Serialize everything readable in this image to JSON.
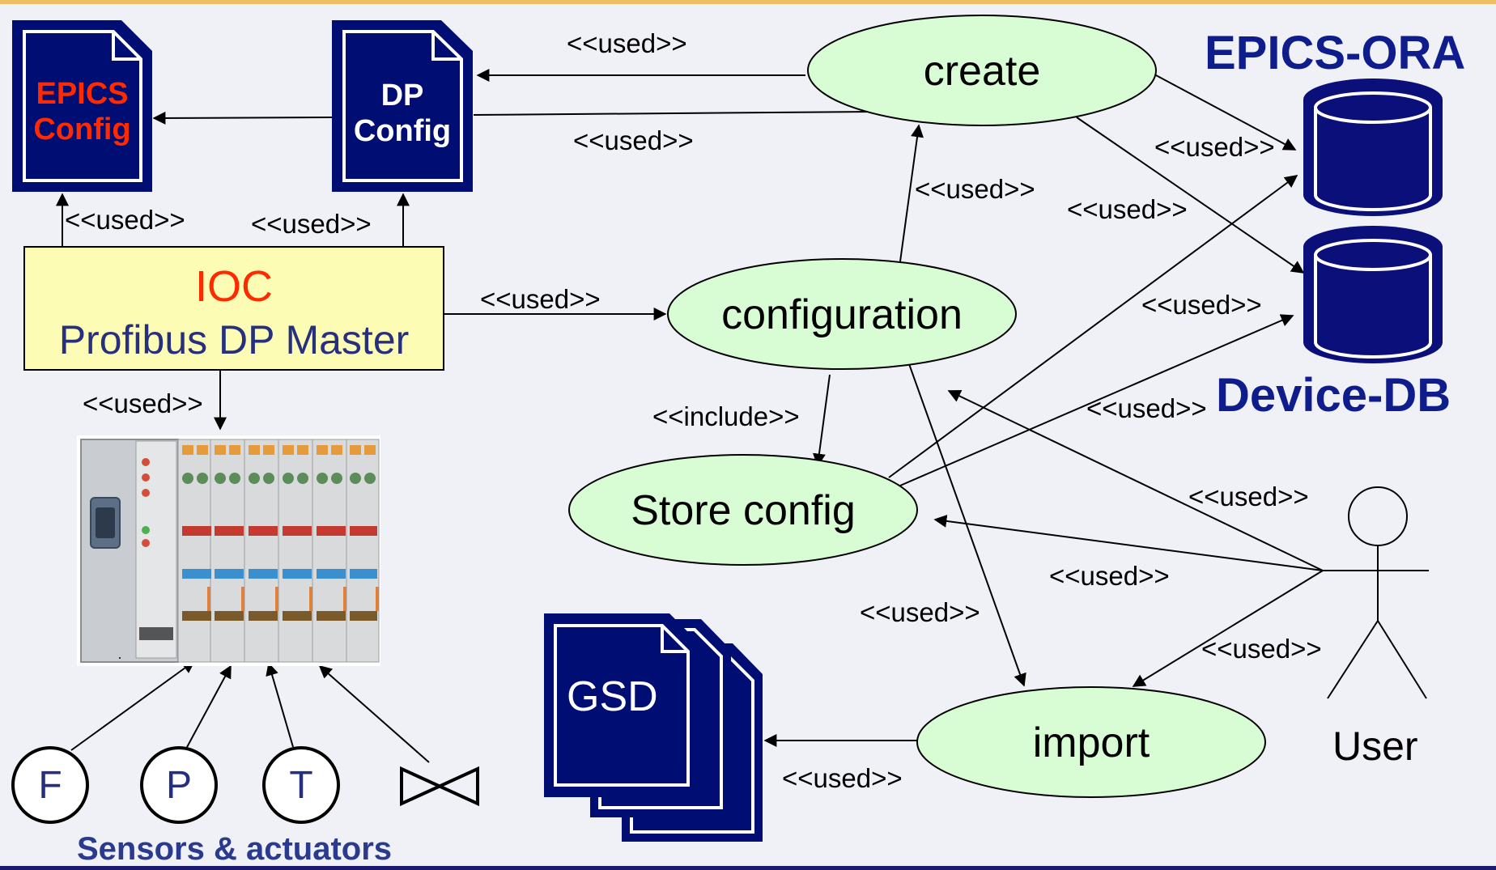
{
  "documents": {
    "epics_config": {
      "line1": "EPICS",
      "line2": "Config",
      "color": "#ff2a00"
    },
    "dp_config": {
      "line1": "DP",
      "line2": "Config",
      "color": "#ffffff"
    },
    "gsd": {
      "label": "GSD"
    }
  },
  "ioc": {
    "title": "IOC",
    "subtitle": "Profibus DP Master"
  },
  "use_cases": {
    "create": "create",
    "configuration": "configuration",
    "store_config": "Store config",
    "import": "import"
  },
  "databases": {
    "epics_ora": "EPICS-ORA",
    "device_db": "Device-DB"
  },
  "actor": {
    "name": "User"
  },
  "sensors": {
    "f": "F",
    "p": "P",
    "t": "T",
    "caption": "Sensors & actuators"
  },
  "relations": {
    "used": "<<used>>",
    "include": "<<include>>"
  },
  "colors": {
    "doc_fill": "#000d73",
    "usecase_fill": "#d8fcd3",
    "ioc_fill": "#fcfcb4",
    "db_fill": "#0b0f7a",
    "background": "#f0f0f7"
  }
}
